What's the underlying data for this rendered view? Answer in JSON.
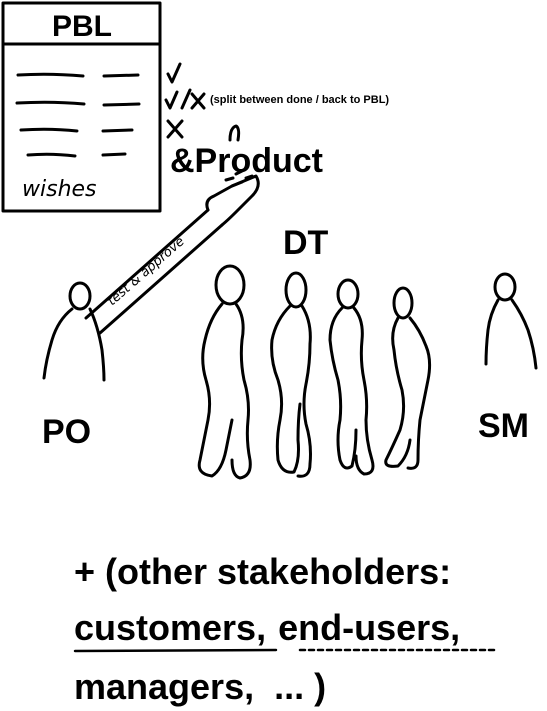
{
  "backlog": {
    "title": "PBL",
    "note": "wishes",
    "marks": [
      "✓",
      "✓/X",
      "X"
    ],
    "split_note": "(split between done / back to PBL)"
  },
  "product": {
    "label": "&Product"
  },
  "arrow": {
    "label": "test & approve"
  },
  "roles": {
    "po": "PO",
    "dt": "DT",
    "sm": "SM"
  },
  "stakeholders": {
    "line1": "+ (other stakeholders:",
    "customers": "customers",
    "comma1": ",",
    "end_users": "end-users",
    "comma2": ",",
    "line3": "managers,  ... )"
  },
  "colors": {
    "ink": "#000000",
    "paper": "#ffffff"
  }
}
